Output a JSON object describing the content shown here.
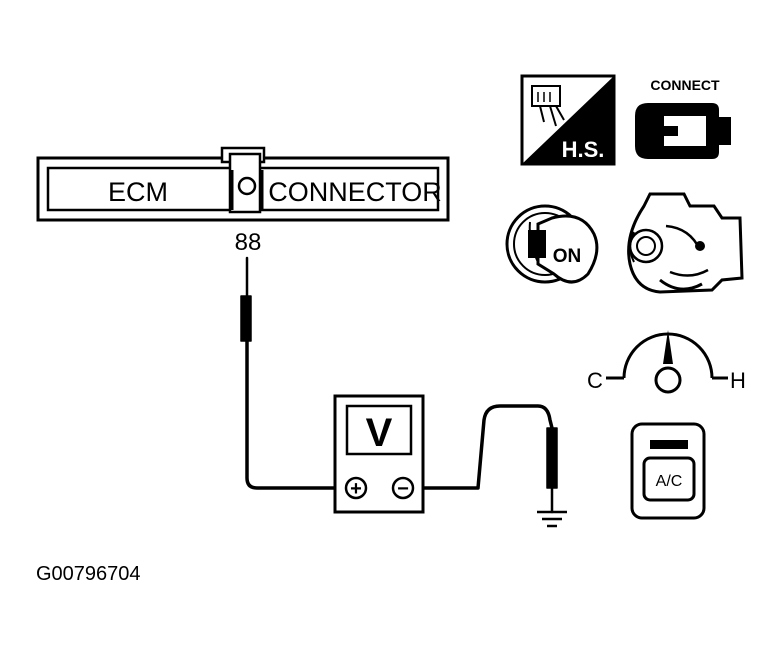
{
  "connector": {
    "left_label": "ECM",
    "right_label": "CONNECTOR",
    "pin_number": "88"
  },
  "meter": {
    "display": "V",
    "positive_symbol": "+",
    "negative_symbol": "−"
  },
  "icons": {
    "harness_side_label": "H.S.",
    "connect_label": "CONNECT",
    "ignition_label": "ON",
    "temp_cold_label": "C",
    "temp_hot_label": "H",
    "ac_label": "A/C",
    "names": [
      "harness-side-icon",
      "connect-icon",
      "ignition-on-icon",
      "engine-running-icon",
      "temperature-gauge-icon",
      "ac-switch-icon"
    ]
  },
  "figure_id": "G00796704",
  "colors": {
    "ink": "#000000",
    "paper": "#ffffff"
  }
}
